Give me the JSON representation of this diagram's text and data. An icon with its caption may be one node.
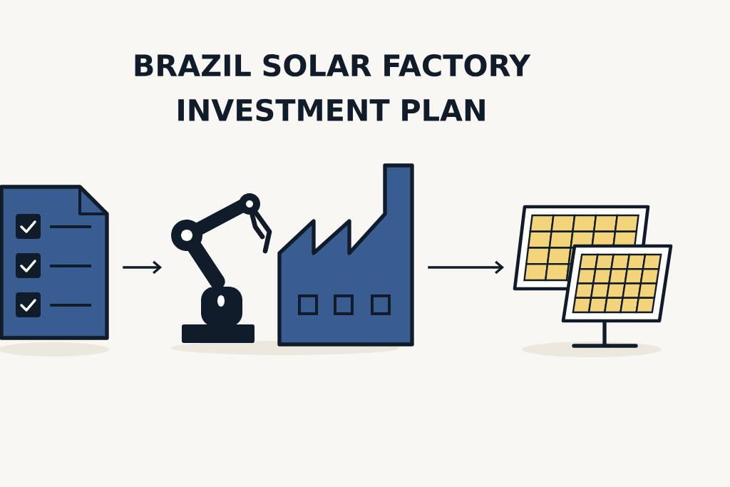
{
  "diagram": {
    "title": "BRAZIL SOLAR FACTORY INVESTMENT PLAN",
    "nodes": [
      {
        "text": [],
        "shape": "picture"
      },
      {
        "text": [],
        "shape": "picture"
      },
      {
        "text": [],
        "shape": "picture"
      },
      {
        "text": [],
        "shape": "picture"
      }
    ],
    "edges": [
      {
        "from": 0,
        "to": 1,
        "arrow": "to"
      },
      {
        "from": 2,
        "to": 3,
        "arrow": "to"
      }
    ]
  }
}
